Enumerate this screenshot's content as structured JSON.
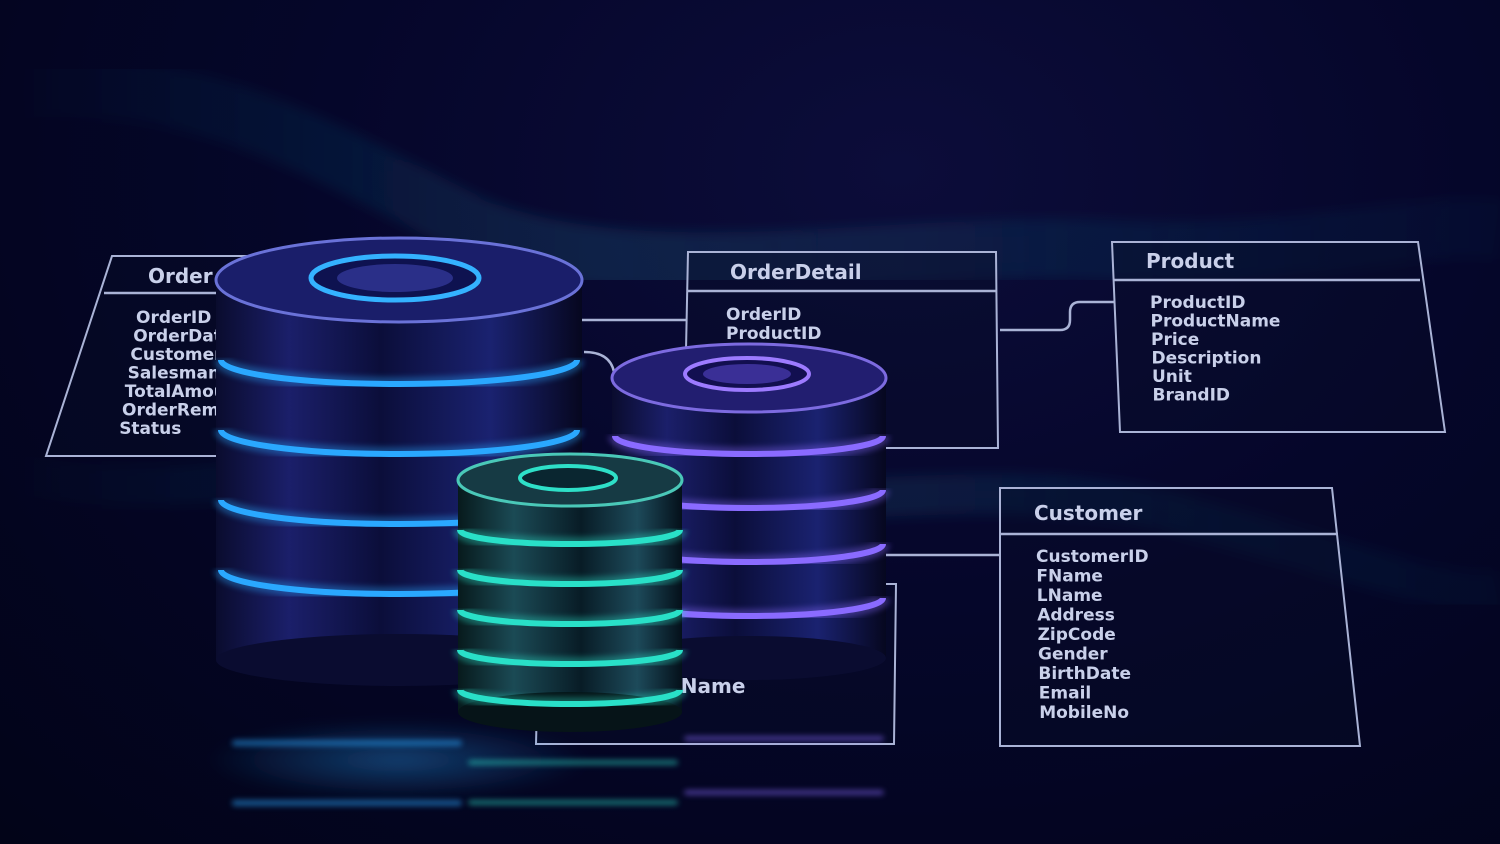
{
  "tables": {
    "order": {
      "title": "Order",
      "fields": [
        "OrderID",
        "OrderDate",
        "CustomerID",
        "SalesmanID",
        "TotalAmount",
        "OrderRemark",
        "Status"
      ]
    },
    "order_detail": {
      "title": "OrderDetail",
      "fields": [
        "OrderID",
        "ProductID"
      ]
    },
    "product": {
      "title": "Product",
      "fields": [
        "ProductID",
        "ProductName",
        "Price",
        "Description",
        "Unit",
        "BrandID"
      ]
    },
    "customer": {
      "title": "Customer",
      "fields": [
        "CustomerID",
        "FName",
        "LName",
        "Address",
        "ZipCode",
        "Gender",
        "BirthDate",
        "Email",
        "MobileNo"
      ]
    },
    "salesman": {
      "fields": [
        "SalesmanName"
      ]
    }
  },
  "colors": {
    "background": "#03041c",
    "line": "#aab3d6",
    "cylinder_large_ring": "#2aa8ff",
    "cylinder_medium_ring": "#8a6bff",
    "cylinder_small_ring": "#29e0c8"
  },
  "icons": [
    "database-cylinder-large",
    "database-cylinder-medium",
    "database-cylinder-small"
  ]
}
